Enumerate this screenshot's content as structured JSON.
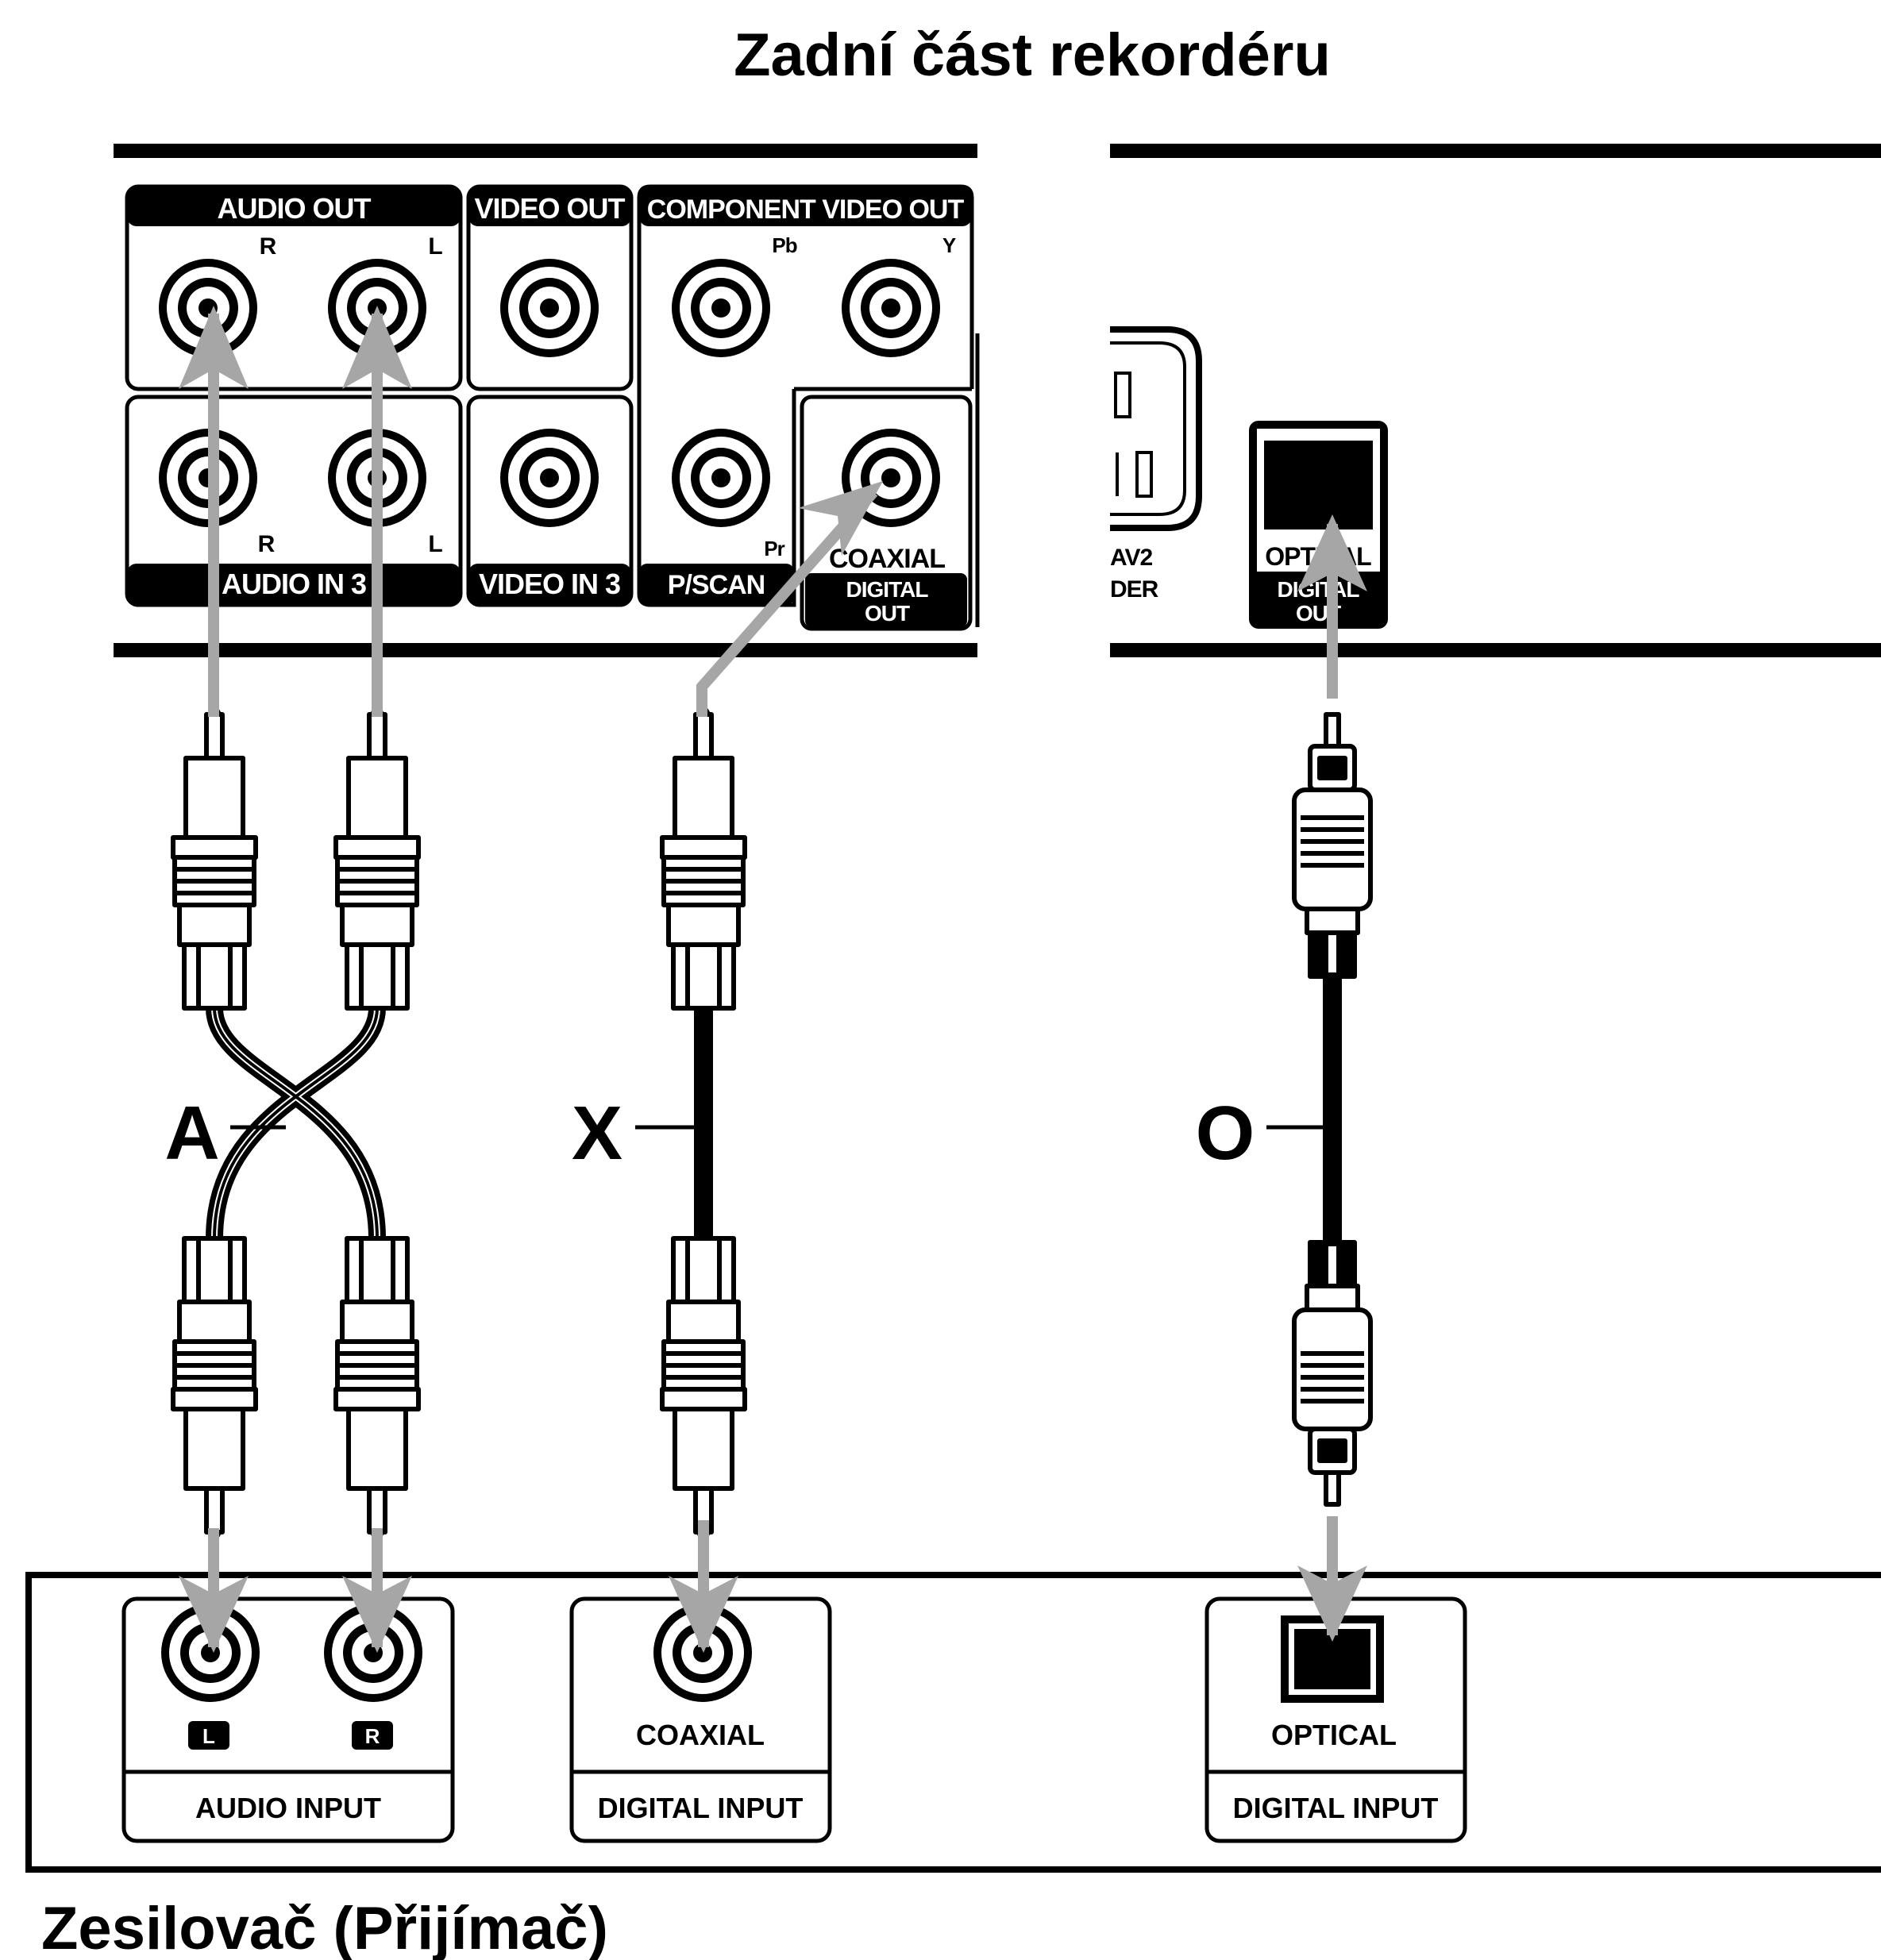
{
  "title": "Zadní část rekordéru",
  "footer_title": "Zesilovač (Přijímač)",
  "recorder_panel": {
    "audio_out": "AUDIO OUT",
    "video_out": "VIDEO OUT",
    "component_video_out": "COMPONENT VIDEO OUT",
    "audio_in_3": "AUDIO IN 3",
    "video_in_3": "VIDEO IN 3",
    "p_scan": "P/SCAN",
    "coaxial": "COAXIAL",
    "digital_out_line1": "DIGITAL",
    "digital_out_line2": "OUT",
    "label_r": "R",
    "label_l": "L",
    "label_pb": "Pb",
    "label_y": "Y",
    "label_pr": "Pr",
    "av2_partial_1": "AV2",
    "av2_partial_2": "DER",
    "optical": "OPTICAL",
    "optical_digital_out_line1": "DIGITAL",
    "optical_digital_out_line2": "OUT"
  },
  "cables": {
    "a_label": "A",
    "x_label": "X",
    "o_label": "O"
  },
  "amplifier_panel": {
    "label_l": "L",
    "label_r": "R",
    "audio_input": "AUDIO INPUT",
    "coaxial": "COAXIAL",
    "digital_input_1": "DIGITAL INPUT",
    "optical": "OPTICAL",
    "digital_input_2": "DIGITAL INPUT"
  },
  "colors": {
    "ink": "#000000",
    "arrow": "#a6a6a6",
    "background": "#ffffff"
  }
}
